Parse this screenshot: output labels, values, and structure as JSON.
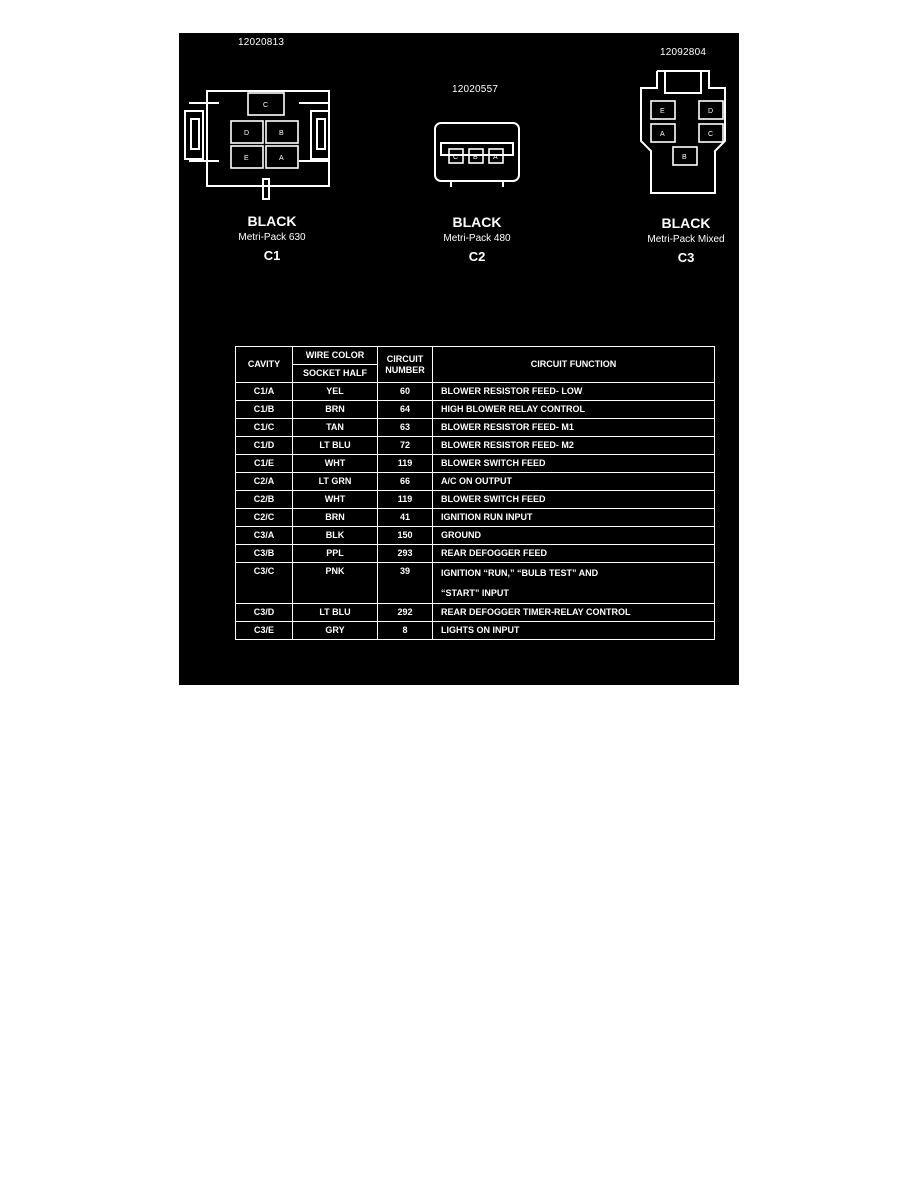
{
  "connectors": {
    "c1": {
      "part_number": "12020813",
      "color": "BLACK",
      "type": "Metri-Pack  630",
      "id": "C1",
      "pins": [
        "C",
        "D",
        "B",
        "E",
        "A"
      ]
    },
    "c2": {
      "part_number": "12020557",
      "color": "BLACK",
      "type": "Metri-Pack 480",
      "id": "C2",
      "pins": [
        "C",
        "B",
        "A"
      ]
    },
    "c3": {
      "part_number": "12092804",
      "color": "BLACK",
      "type": "Metri-Pack Mixed",
      "id": "C3",
      "pins": [
        "E",
        "D",
        "A",
        "C",
        "B"
      ]
    }
  },
  "table": {
    "headers": {
      "cavity": "CAVITY",
      "wire_color": "WIRE COLOR",
      "socket_half": "SOCKET HALF",
      "circuit_number_1": "CIRCUIT",
      "circuit_number_2": "NUMBER",
      "circuit_function": "CIRCUIT FUNCTION"
    },
    "rows": [
      {
        "cavity": "C1/A",
        "color": "YEL",
        "circuit": "60",
        "function": "BLOWER RESISTOR FEED- LOW"
      },
      {
        "cavity": "C1/B",
        "color": "BRN",
        "circuit": "64",
        "function": "HIGH BLOWER RELAY CONTROL"
      },
      {
        "cavity": "C1/C",
        "color": "TAN",
        "circuit": "63",
        "function": "BLOWER RESISTOR FEED- M1"
      },
      {
        "cavity": "C1/D",
        "color": "LT BLU",
        "circuit": "72",
        "function": "BLOWER RESISTOR FEED- M2"
      },
      {
        "cavity": "C1/E",
        "color": "WHT",
        "circuit": "119",
        "function": "BLOWER SWITCH FEED"
      },
      {
        "cavity": "C2/A",
        "color": "LT GRN",
        "circuit": "66",
        "function": "A/C ON OUTPUT"
      },
      {
        "cavity": "C2/B",
        "color": "WHT",
        "circuit": "119",
        "function": "BLOWER SWITCH FEED"
      },
      {
        "cavity": "C2/C",
        "color": "BRN",
        "circuit": "41",
        "function": "IGNITION RUN INPUT"
      },
      {
        "cavity": "C3/A",
        "color": "BLK",
        "circuit": "150",
        "function": "GROUND"
      },
      {
        "cavity": "C3/B",
        "color": "PPL",
        "circuit": "293",
        "function": "REAR DEFOGGER FEED"
      },
      {
        "cavity": "C3/C",
        "color": "PNK",
        "circuit": "39",
        "function": "IGNITION “RUN,” “BULB TEST” AND",
        "function_2": "“START” INPUT"
      },
      {
        "cavity": "C3/D",
        "color": "LT BLU",
        "circuit": "292",
        "function": "REAR DEFOGGER TIMER-RELAY CONTROL"
      },
      {
        "cavity": "C3/E",
        "color": "GRY",
        "circuit": "8",
        "function": "LIGHTS ON INPUT"
      }
    ]
  }
}
